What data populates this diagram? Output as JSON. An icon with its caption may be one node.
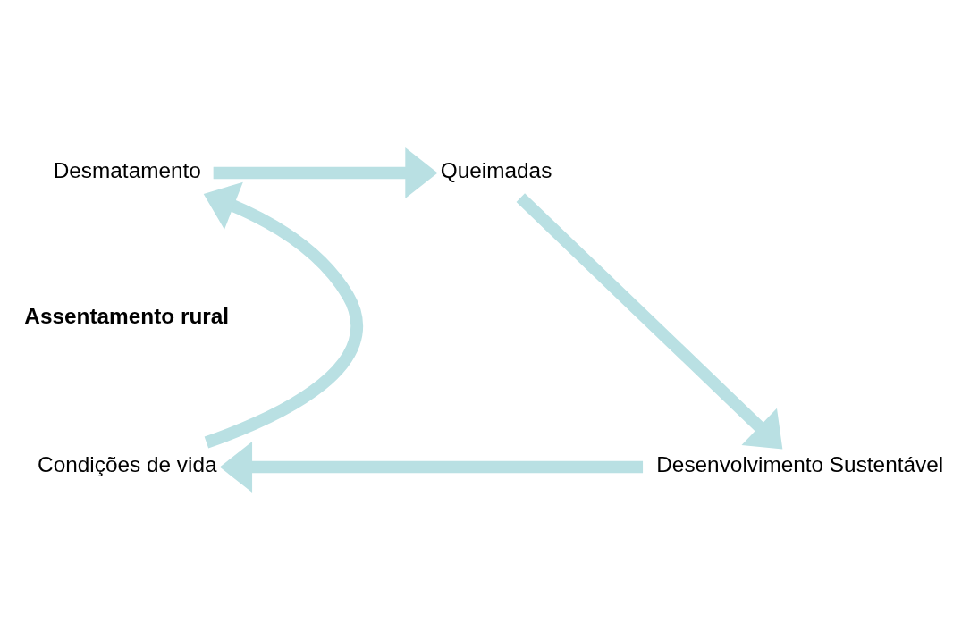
{
  "diagram": {
    "nodes": [
      {
        "text": [
          "Desmatamento"
        ]
      },
      {
        "text": [
          "Queimadas"
        ]
      },
      {
        "text": [
          "Desenvolvimento Sustentável"
        ]
      },
      {
        "text": [
          "Condições de vida"
        ]
      },
      {
        "text": [
          "Assentamento rural"
        ]
      }
    ],
    "edges": [
      {
        "from": 0,
        "to": 1,
        "arrow": "to"
      },
      {
        "from": 1,
        "to": 2,
        "arrow": "to"
      },
      {
        "from": 2,
        "to": 3,
        "arrow": "to"
      },
      {
        "from": 3,
        "to": 0,
        "arrow": "to"
      }
    ]
  }
}
